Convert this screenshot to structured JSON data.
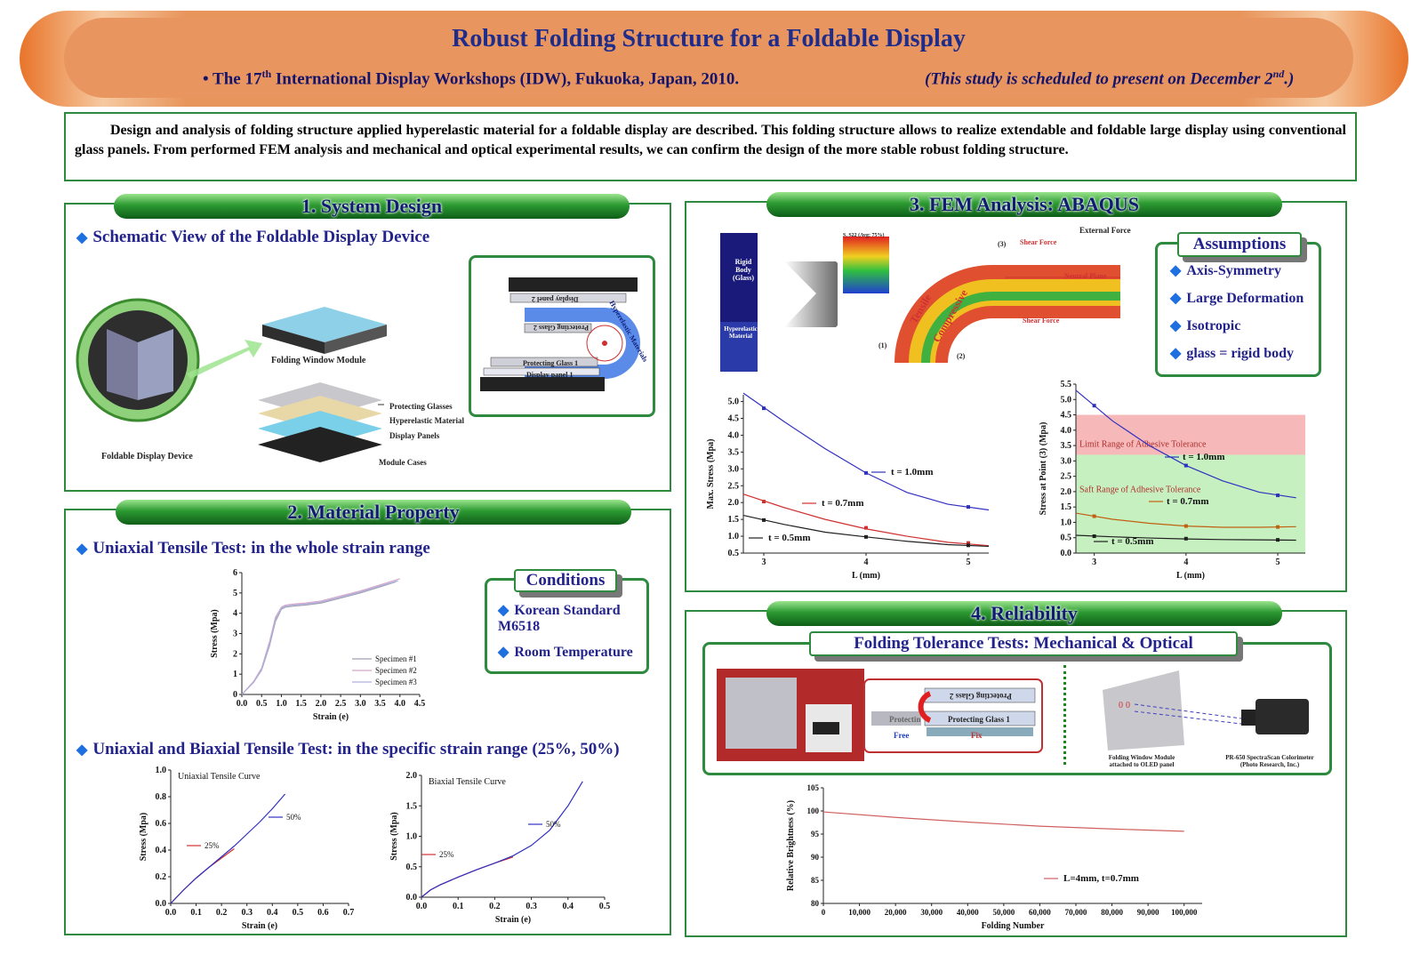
{
  "header": {
    "title": "Robust Folding Structure for a Foldable Display",
    "sub_left_pre": "• The 17",
    "sub_left_sup": "th",
    "sub_left_post": " International Display Workshops (IDW), Fukuoka, Japan, 2010.",
    "sub_right_pre": "(This study is scheduled to present on December 2",
    "sub_right_sup": "nd",
    "sub_right_post": ".)"
  },
  "abstract": "Design and analysis of folding structure applied hyperelastic material for a foldable display are described. This folding structure allows to realize extendable and foldable large display using conventional glass panels. From performed FEM analysis and mechanical and optical experimental results, we can confirm the design of the more stable robust folding structure.",
  "sec1": {
    "title": "1. System Design",
    "bullet": "Schematic View of the Foldable Display Device",
    "device_label": "Foldable Display Device",
    "module_label": "Folding Window Module",
    "layers": [
      "Protecting Glasses",
      "Hyperelastic Material",
      "Display Panels",
      "Module Cases"
    ],
    "schematic": {
      "display_panel_2": "Display panel 2",
      "protecting_glass_2": "Protecting Glass 2",
      "protecting_glass_1": "Protecting Glass 1",
      "display_panel_1": "Display panel 1",
      "hyperelastic": "Hyperelastic Materials"
    }
  },
  "sec2": {
    "title": "2. Material Property",
    "bullet1": "Uniaxial Tensile Test: in the whole strain range",
    "bullet2": "Uniaxial and Biaxial Tensile Test: in the specific strain range (25%, 50%)",
    "conditions_title": "Conditions",
    "conditions": [
      "Korean Standard M6518",
      "Room Temperature"
    ]
  },
  "sec3": {
    "title": "3. FEM Analysis: ABAQUS",
    "fem_labels": {
      "rigid_body": "Rigid Body (Glass)",
      "hyperelastic": "Hyperelastic Material",
      "external_force": "External Force",
      "shear_force_top": "Shear Force",
      "shear_force_bottom": "Shear Force",
      "neutral_plane": "Neutral Plane",
      "tensile": "Tensile",
      "compressive": "Compressive",
      "p1": "(1)",
      "p2": "(2)",
      "p3": "(3)",
      "legend_title": "S, S22 (Avg: 75%)"
    },
    "assumptions_title": "Assumptions",
    "assumptions": [
      "Axis-Symmetry",
      "Large Deformation",
      "Isotropic",
      "glass = rigid body"
    ]
  },
  "sec4": {
    "title": "4. Reliability",
    "tests_title": "Folding Tolerance Tests: Mechanical & Optical",
    "photo": {
      "protecting_glass_2": "Protecting Glass 2",
      "protecting_glass_1": "Protecting Glass 1",
      "protectin": "Protectin",
      "free": "Free",
      "fix": "Fix",
      "module_caption": "Folding Window Module attached to OLED panel",
      "colorimeter_caption": "PR-650 SpectraScan Colorimeter (Photo Research, Inc.)"
    }
  },
  "chart_data": [
    {
      "id": "uniaxial-whole",
      "type": "line",
      "xlabel": "Strain (e)",
      "ylabel": "Stress (Mpa)",
      "xlim": [
        0,
        4.5
      ],
      "ylim": [
        0,
        6
      ],
      "xticks": [
        "0.0",
        "0.5",
        "1.0",
        "1.5",
        "2.0",
        "2.5",
        "3.0",
        "3.5",
        "4.0",
        "4.5"
      ],
      "yticks": [
        "0",
        "1",
        "2",
        "3",
        "4",
        "5",
        "6"
      ],
      "legend": "bottom-right",
      "series": [
        {
          "name": "Specimen #1",
          "color": "#a0a0b0",
          "x": [
            0,
            0.3,
            0.5,
            0.7,
            0.85,
            1.0,
            1.1,
            1.3,
            1.6,
            2.0,
            2.5,
            3.0,
            3.5,
            3.9
          ],
          "y": [
            0,
            0.6,
            1.2,
            2.4,
            3.6,
            4.2,
            4.3,
            4.35,
            4.4,
            4.5,
            4.75,
            5.0,
            5.3,
            5.55
          ]
        },
        {
          "name": "Specimen #2",
          "color": "#d8a8c8",
          "x": [
            0,
            0.3,
            0.5,
            0.7,
            0.85,
            1.0,
            1.1,
            1.3,
            1.6,
            2.0,
            2.5,
            3.0,
            3.5,
            4.0
          ],
          "y": [
            0,
            0.65,
            1.3,
            2.6,
            3.8,
            4.3,
            4.4,
            4.45,
            4.5,
            4.6,
            4.85,
            5.1,
            5.4,
            5.7
          ]
        },
        {
          "name": "Specimen #3",
          "color": "#b0b0e0",
          "x": [
            0,
            0.3,
            0.5,
            0.7,
            0.85,
            1.0,
            1.1,
            1.3,
            1.6,
            2.0,
            2.5,
            3.0,
            3.5,
            3.95
          ],
          "y": [
            0,
            0.6,
            1.25,
            2.5,
            3.7,
            4.25,
            4.35,
            4.4,
            4.45,
            4.55,
            4.8,
            5.05,
            5.35,
            5.6
          ]
        }
      ]
    },
    {
      "id": "uniaxial-specific",
      "type": "line",
      "title": "Uniaxial Tensile Curve",
      "xlabel": "Strain (e)",
      "ylabel": "Stress (Mpa)",
      "xlim": [
        0,
        0.7
      ],
      "ylim": [
        0,
        1.0
      ],
      "xticks": [
        "0.0",
        "0.1",
        "0.2",
        "0.3",
        "0.4",
        "0.5",
        "0.6",
        "0.7"
      ],
      "yticks": [
        "0.0",
        "0.2",
        "0.4",
        "0.6",
        "0.8",
        "1.0"
      ],
      "series": [
        {
          "name": "25%",
          "color": "#d03030",
          "x": [
            0,
            0.05,
            0.1,
            0.15,
            0.2,
            0.25
          ],
          "y": [
            0,
            0.1,
            0.19,
            0.27,
            0.34,
            0.41
          ]
        },
        {
          "name": "50%",
          "color": "#3030c0",
          "x": [
            0,
            0.05,
            0.1,
            0.15,
            0.2,
            0.25,
            0.3,
            0.35,
            0.4,
            0.45
          ],
          "y": [
            0,
            0.1,
            0.19,
            0.27,
            0.35,
            0.43,
            0.52,
            0.61,
            0.71,
            0.82
          ]
        }
      ]
    },
    {
      "id": "biaxial-specific",
      "type": "line",
      "title": "Biaxial Tensile Curve",
      "xlabel": "Strain (e)",
      "ylabel": "Stress (Mpa)",
      "xlim": [
        0,
        0.5
      ],
      "ylim": [
        0,
        2.0
      ],
      "xticks": [
        "0.0",
        "0.1",
        "0.2",
        "0.3",
        "0.4",
        "0.5"
      ],
      "yticks": [
        "0.0",
        "0.5",
        "1.0",
        "1.5",
        "2.0"
      ],
      "series": [
        {
          "name": "25%",
          "color": "#d03030",
          "x": [
            0,
            0.025,
            0.05,
            0.1,
            0.15,
            0.2,
            0.25
          ],
          "y": [
            0,
            0.12,
            0.2,
            0.33,
            0.45,
            0.56,
            0.66
          ]
        },
        {
          "name": "50%",
          "color": "#3030c0",
          "x": [
            0,
            0.025,
            0.05,
            0.1,
            0.15,
            0.2,
            0.25,
            0.3,
            0.35,
            0.4,
            0.44
          ],
          "y": [
            0,
            0.12,
            0.2,
            0.33,
            0.45,
            0.56,
            0.68,
            0.85,
            1.1,
            1.5,
            1.9
          ]
        }
      ]
    },
    {
      "id": "max-stress",
      "type": "line",
      "xlabel": "L (mm)",
      "ylabel": "Max. Stress (Mpa)",
      "xlim": [
        2.8,
        5.2
      ],
      "ylim": [
        0.5,
        5.2
      ],
      "xticks": [
        "3",
        "4",
        "5"
      ],
      "yticks": [
        "0.5",
        "1.0",
        "1.5",
        "2.0",
        "2.5",
        "3.0",
        "3.5",
        "4.0",
        "4.5",
        "5.0"
      ],
      "series": [
        {
          "name": "t = 1.0mm",
          "color": "#3030c0",
          "x": [
            3,
            4,
            5
          ],
          "y": [
            4.8,
            2.88,
            1.87
          ],
          "curve_x": [
            2.8,
            3.2,
            3.6,
            4.0,
            4.4,
            4.8,
            5.2
          ],
          "curve_y": [
            5.25,
            4.4,
            3.6,
            2.88,
            2.3,
            1.95,
            1.78
          ]
        },
        {
          "name": "t = 0.7mm",
          "color": "#d03030",
          "x": [
            3,
            4,
            5
          ],
          "y": [
            2.03,
            1.25,
            0.8
          ],
          "curve_x": [
            2.8,
            3.2,
            3.6,
            4.0,
            4.4,
            4.8,
            5.2
          ],
          "curve_y": [
            2.25,
            1.85,
            1.5,
            1.22,
            1.0,
            0.82,
            0.72
          ]
        },
        {
          "name": "t = 0.5mm",
          "color": "#202020",
          "x": [
            3,
            4,
            5
          ],
          "y": [
            1.48,
            0.98,
            0.73
          ],
          "curve_x": [
            2.8,
            3.2,
            3.6,
            4.0,
            4.4,
            4.8,
            5.2
          ],
          "curve_y": [
            1.62,
            1.35,
            1.12,
            0.98,
            0.85,
            0.75,
            0.7
          ]
        }
      ]
    },
    {
      "id": "stress-point3",
      "type": "line",
      "xlabel": "L (mm)",
      "ylabel": "Stress at Point (3) (Mpa)",
      "xlim": [
        2.8,
        5.3
      ],
      "ylim": [
        0,
        5.5
      ],
      "xticks": [
        "3",
        "4",
        "5"
      ],
      "yticks": [
        "0.0",
        "0.5",
        "1.0",
        "1.5",
        "2.0",
        "2.5",
        "3.0",
        "3.5",
        "4.0",
        "4.5",
        "5.0",
        "5.5"
      ],
      "bands": [
        {
          "label": "Limit Range of Adhesive Tolerance",
          "from": 3.2,
          "to": 4.5,
          "color": "#f6b8b8"
        },
        {
          "label": "Saft Range of Adhesive Tolerance",
          "from": 0,
          "to": 3.2,
          "color": "#c6f0c0"
        }
      ],
      "series": [
        {
          "name": "t = 1.0mm",
          "color": "#3030c0",
          "x": [
            3,
            4,
            5
          ],
          "y": [
            4.8,
            2.85,
            1.88
          ],
          "curve_x": [
            2.8,
            3.2,
            3.6,
            4.0,
            4.4,
            4.8,
            5.2
          ],
          "curve_y": [
            5.3,
            4.3,
            3.5,
            2.85,
            2.35,
            1.98,
            1.8
          ]
        },
        {
          "name": "t = 0.7mm",
          "color": "#c06010",
          "x": [
            3,
            4,
            5
          ],
          "y": [
            1.2,
            0.88,
            0.85
          ],
          "curve_x": [
            2.8,
            3.2,
            3.6,
            4.0,
            4.4,
            4.8,
            5.2
          ],
          "curve_y": [
            1.3,
            1.1,
            0.97,
            0.88,
            0.84,
            0.84,
            0.86
          ]
        },
        {
          "name": "t = 0.5mm",
          "color": "#202020",
          "x": [
            3,
            4,
            5
          ],
          "y": [
            0.55,
            0.47,
            0.43
          ],
          "curve_x": [
            2.8,
            3.2,
            3.6,
            4.0,
            4.4,
            4.8,
            5.2
          ],
          "curve_y": [
            0.58,
            0.53,
            0.49,
            0.46,
            0.44,
            0.43,
            0.42
          ]
        }
      ]
    },
    {
      "id": "relative-brightness",
      "type": "line",
      "xlabel": "Folding Number",
      "ylabel": "Relative Brightness (%)",
      "xlim": [
        0,
        105000
      ],
      "ylim": [
        80,
        105
      ],
      "xticks": [
        "0",
        "10,000",
        "20,000",
        "30,000",
        "40,000",
        "50,000",
        "60,000",
        "70,000",
        "80,000",
        "90,000",
        "100,000"
      ],
      "yticks": [
        "80",
        "85",
        "90",
        "95",
        "100",
        "105"
      ],
      "series": [
        {
          "name": "L=4mm, t=0.7mm",
          "color": "#d06060",
          "x": [
            0,
            20000,
            40000,
            60000,
            80000,
            100000
          ],
          "y": [
            99.8,
            98.6,
            97.6,
            96.7,
            96.1,
            95.6
          ]
        }
      ]
    }
  ]
}
